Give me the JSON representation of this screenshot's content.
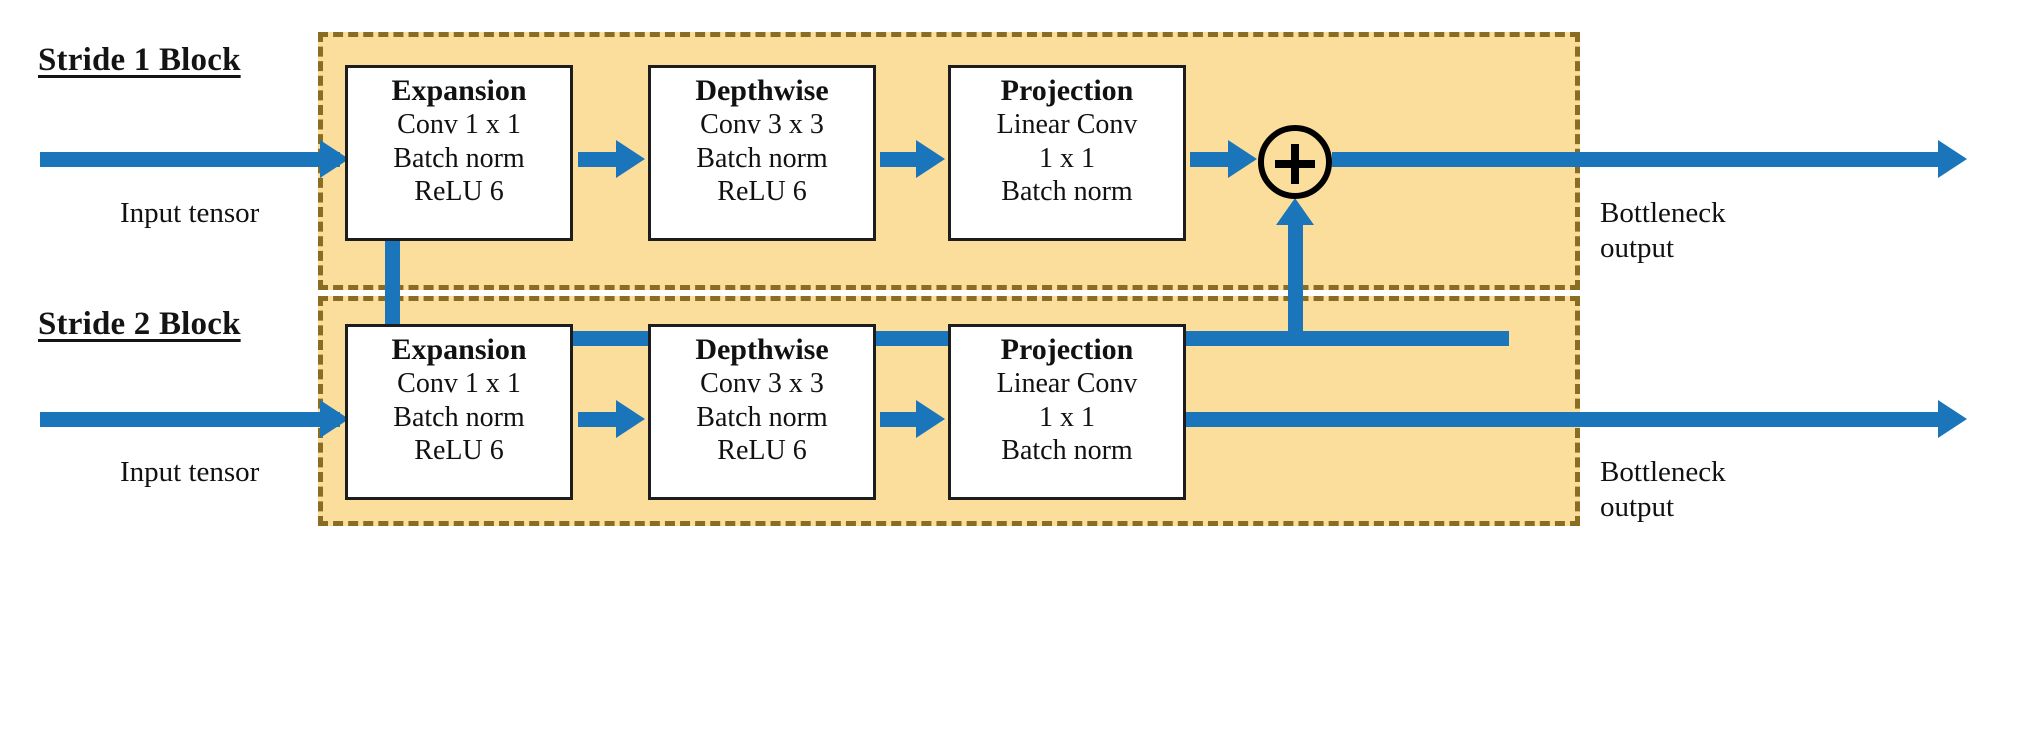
{
  "figure": {
    "type": "block-diagram",
    "subject": "MobileNetV2 inverted residual bottleneck blocks",
    "colors": {
      "panel_fill": "#FBDE9C",
      "panel_border": "#8A6D22",
      "arrow": "#1B75BB",
      "box_fill": "#FFFFFF",
      "box_border": "#1D1D1D",
      "text": "#111111"
    }
  },
  "blocks": [
    {
      "id": "stride1",
      "title": "Stride 1 Block",
      "input_label_line1": "Input tensor",
      "output_label_line1": "Bottleneck",
      "output_label_line2": "output",
      "has_residual": true,
      "merge_symbol": "+",
      "stages": [
        {
          "head": "Expansion",
          "lines": [
            "Conv 1 x 1",
            "Batch norm",
            "ReLU 6"
          ]
        },
        {
          "head": "Depthwise",
          "lines": [
            "Conv 3 x 3",
            "Batch norm",
            "ReLU 6"
          ]
        },
        {
          "head": "Projection",
          "lines": [
            "Linear Conv",
            "1 x 1",
            "Batch norm"
          ]
        }
      ]
    },
    {
      "id": "stride2",
      "title": "Stride 2 Block",
      "input_label_line1": "Input tensor",
      "output_label_line1": "Bottleneck",
      "output_label_line2": "output",
      "has_residual": false,
      "stages": [
        {
          "head": "Expansion",
          "lines": [
            "Conv 1 x 1",
            "Batch norm",
            "ReLU 6"
          ]
        },
        {
          "head": "Depthwise",
          "lines": [
            "Conv 3 x 3",
            "Batch norm",
            "ReLU 6"
          ]
        },
        {
          "head": "Projection",
          "lines": [
            "Linear Conv",
            "1 x 1",
            "Batch norm"
          ]
        }
      ]
    }
  ]
}
